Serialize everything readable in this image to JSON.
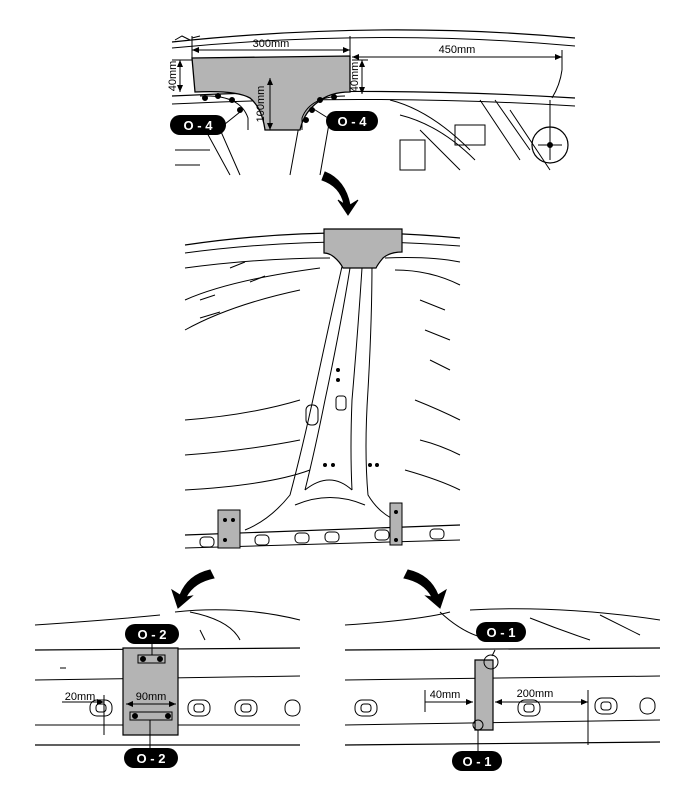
{
  "top_view": {
    "dim_width": "300mm",
    "dim_right": "450mm",
    "dim_left_height": "40mm",
    "dim_right_height": "40mm",
    "dim_center_height": "100mm",
    "tag_left": "O - 4",
    "tag_right": "O - 4"
  },
  "bottom_left_view": {
    "tag_top": "O - 2",
    "tag_bottom": "O - 2",
    "dim_offset": "20mm",
    "dim_width": "90mm"
  },
  "bottom_right_view": {
    "tag_top": "O - 1",
    "tag_bottom": "O - 1",
    "dim_left": "40mm",
    "dim_right": "200mm"
  },
  "colors": {
    "shaded_part": "#b4b4b4",
    "ink": "#000000",
    "tag_fill": "#000000"
  }
}
